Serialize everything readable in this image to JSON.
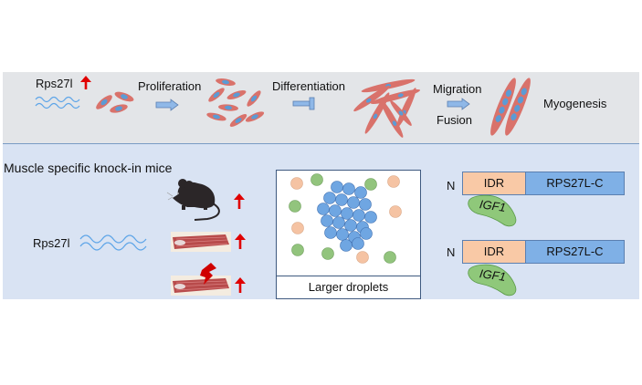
{
  "top_panel": {
    "gene_label": "Rps27l",
    "steps": [
      {
        "label": "Proliferation",
        "connector": "arrow"
      },
      {
        "label": "Differentiation",
        "connector": "inhibition"
      },
      {
        "label": "Migration",
        "connector": "arrow",
        "sub_label": "Fusion"
      }
    ],
    "outcome": "Myogenesis"
  },
  "bottom_panel": {
    "title": "Muscle specific knock-in mice",
    "gene_label": "Rps27l",
    "phenotypes": [
      "mouse",
      "muscle",
      "injured-muscle"
    ],
    "droplet_caption": "Larger droplets",
    "proteins": [
      {
        "n_label": "N",
        "idr": "IDR",
        "c_term": "RPS27L-C",
        "partner": "IGF1"
      },
      {
        "n_label": "N",
        "idr": "IDR",
        "c_term": "RPS27L-C",
        "partner": "IGF1"
      }
    ]
  },
  "colors": {
    "up_arrow": "#e00000",
    "cell_body": "#d9726b",
    "nucleus": "#5b9bd5",
    "droplet_blue": "#6fa6e2",
    "droplet_green": "#92c47d",
    "droplet_peach": "#f5c3a3",
    "igf1_green": "#8fc87a"
  }
}
